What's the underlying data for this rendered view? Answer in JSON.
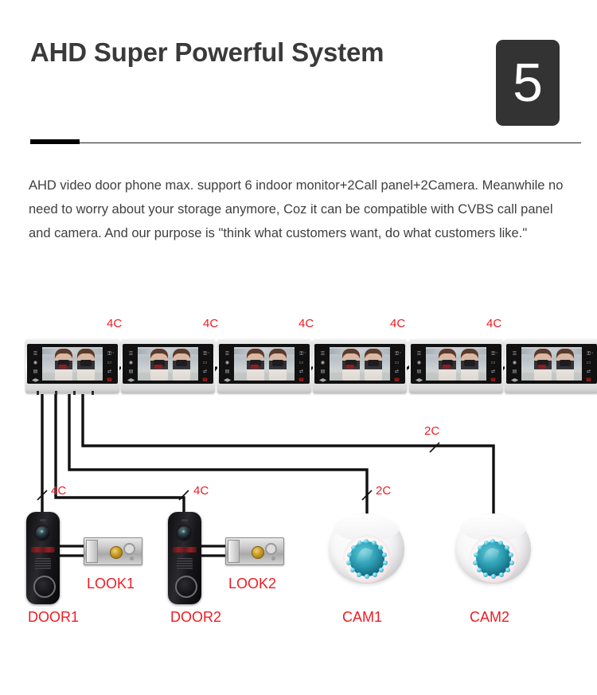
{
  "header": {
    "title": "AHD Super Powerful System",
    "section_number": "5"
  },
  "intro": {
    "text": "AHD video door phone max. support 6 indoor monitor+2Call panel+2Camera. Meanwhile no need to worry about your storage anymore, Coz it can be compatible with CVBS call panel and camera. And our purpose is \"think what customers want, do what customers like.\""
  },
  "diagram": {
    "monitors": [
      {
        "id": "monitor-1"
      },
      {
        "id": "monitor-2"
      },
      {
        "id": "monitor-3"
      },
      {
        "id": "monitor-4"
      },
      {
        "id": "monitor-5"
      },
      {
        "id": "monitor-6"
      }
    ],
    "monitor_link_labels": [
      "4C",
      "4C",
      "4C",
      "4C",
      "4C"
    ],
    "drop_labels": {
      "door1": "4C",
      "door2": "4C",
      "cam1": "2C",
      "cam2": "2C"
    },
    "devices": {
      "door1": "DOOR1",
      "door2": "DOOR2",
      "lock1": "LOOK1",
      "lock2": "LOOK2",
      "cam1": "CAM1",
      "cam2": "CAM2"
    }
  },
  "colors": {
    "label_red": "#ee1c23",
    "badge_bg": "#333333",
    "text": "#3f3f3f"
  }
}
